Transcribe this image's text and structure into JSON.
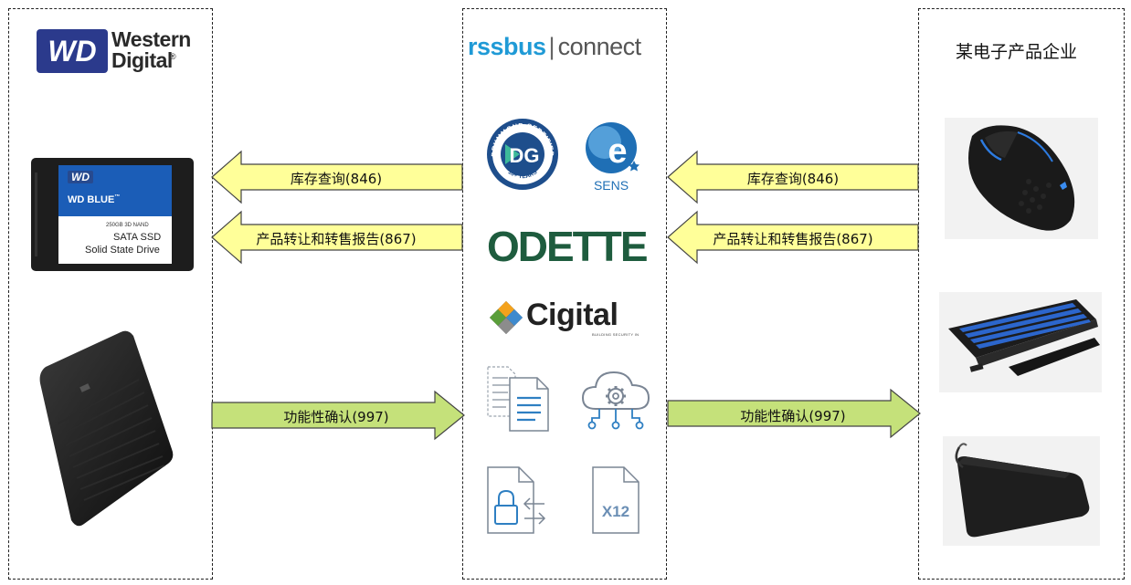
{
  "left_party": {
    "logo": {
      "line1": "Western",
      "line2": "Digital",
      "mark": "WD",
      "reg": "®"
    },
    "ssd": {
      "brand": "WD",
      "series": "WD BLUE",
      "tm": "™",
      "capacity": "250GB 3D NAND",
      "type": "SATA SSD",
      "desc": "Solid State Drive"
    },
    "hdd": {
      "icon": "external-hard-drive-icon"
    }
  },
  "middle_party": {
    "brand": {
      "name": "rssbus",
      "separator": "|",
      "product": "connect"
    },
    "logos": {
      "drummond": {
        "ring": "DRUMMOND CERTIFIED",
        "bottom": "10+ YEARS",
        "mark": "DG"
      },
      "sens": {
        "letter": "e",
        "label": "SENS"
      },
      "odette": {
        "text": "ODETTE"
      },
      "cigital": {
        "text": "Cigital",
        "tagline": "BUILDING SECURITY IN"
      },
      "x12": {
        "text": "X12"
      }
    }
  },
  "right_party": {
    "title": "某电子产品企业",
    "products": [
      "gaming-mouse-icon",
      "keyboard-icon",
      "mouse-pad-icon"
    ]
  },
  "flows": {
    "inventory": "库存查询(846)",
    "transfer": "产品转让和转售报告(867)",
    "functional": "功能性确认(997)"
  },
  "colors": {
    "arrow_left_fill": "#FFFF99",
    "arrow_right_fill": "#C5E17A",
    "wd_blue": "#2B3A8C",
    "rssbus_blue": "#1F9AD6",
    "odette_green": "#1E5C3E"
  }
}
